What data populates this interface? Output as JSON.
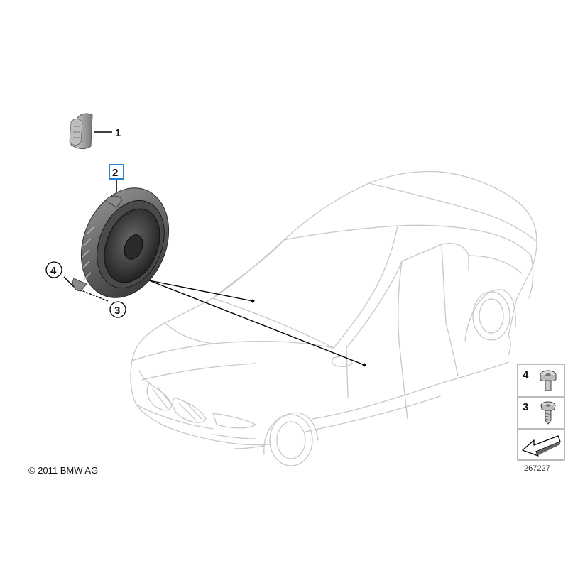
{
  "callouts": [
    {
      "id": "1",
      "text": "1"
    },
    {
      "id": "2",
      "text": "2"
    },
    {
      "id": "3",
      "text": "3"
    },
    {
      "id": "4",
      "text": "4"
    }
  ],
  "legend": {
    "row_a": "4",
    "row_b": "3"
  },
  "copyright": "© 2011 BMW AG",
  "doc_number": "267227",
  "colors": {
    "car_outline": "#c8c8c8",
    "highlight_box": "#2a7fd4",
    "part_dark": "#3a3a3a"
  }
}
